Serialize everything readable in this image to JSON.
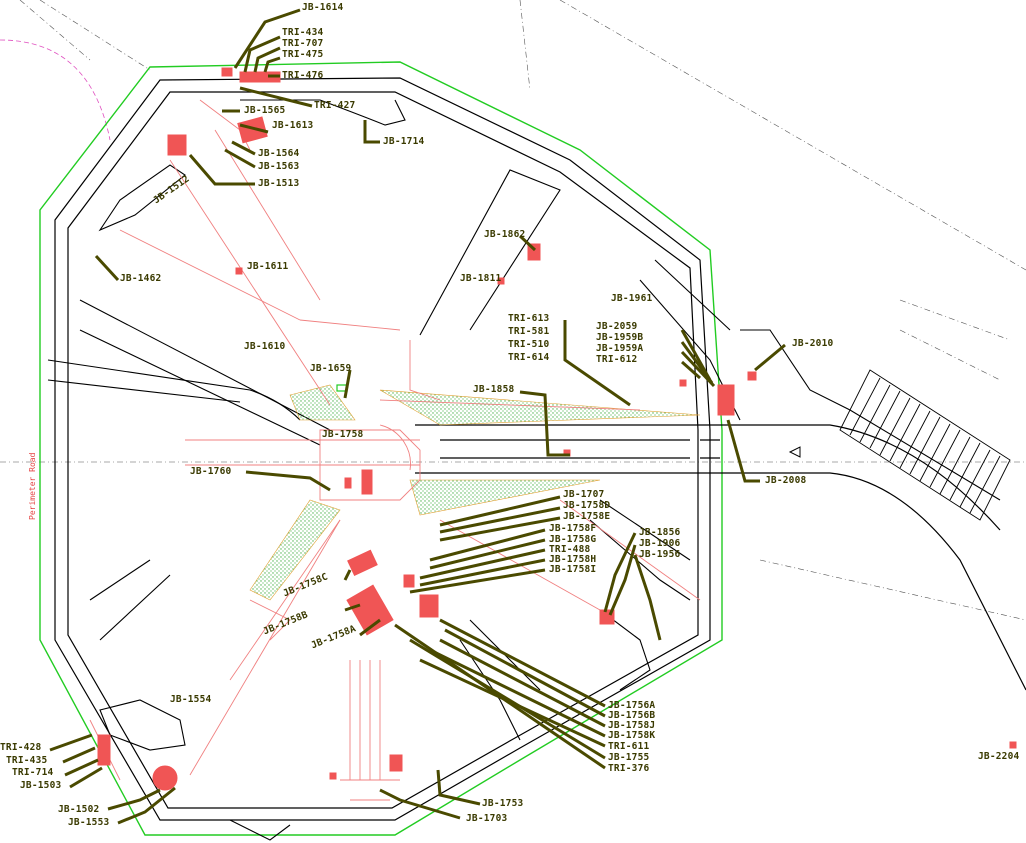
{
  "colors": {
    "background": "#ffffff",
    "road": "#000000",
    "boundary": "#22cc22",
    "plan": "#f08080",
    "building": "#f05555",
    "leader": "#4a4a00",
    "label": "#3a3a00",
    "vegetation": "#49b049"
  },
  "road_label": "Perimeter Road",
  "labels": {
    "jb1614": "JB-1614",
    "tri434": "TRI-434",
    "tri707": "TRI-707",
    "tri475": "TRI-475",
    "tri476": "TRI-476",
    "tri427": "TRI-427",
    "jb1714": "JB-1714",
    "jb1565": "JB-1565",
    "jb1613": "JB-1613",
    "jb1564": "JB-1564",
    "jb1563": "JB-1563",
    "jb1513": "JB-1513",
    "jb1512": "JB-1512",
    "jb1462": "JB-1462",
    "jb1611": "JB-1611",
    "jb1862": "JB-1862",
    "jb1811": "JB-1811",
    "jb1961": "JB-1961",
    "tri613": "TRI-613",
    "tri581": "TRI-581",
    "tri510": "TRI-510",
    "tri614": "TRI-614",
    "jb2059": "JB-2059",
    "jb1959b": "JB-1959B",
    "jb1959a": "JB-1959A",
    "tri612": "TRI-612",
    "jb2010": "JB-2010",
    "jb1610": "JB-1610",
    "jb1659": "JB-1659",
    "jb1858": "JB-1858",
    "jb1758": "JB-1758",
    "jb1760": "JB-1760",
    "jb2008": "JB-2008",
    "jb1707": "JB-1707",
    "jb1758d": "JB-1758D",
    "jb1758e": "JB-1758E",
    "jb1758f": "JB-1758F",
    "jb1758g": "JB-1758G",
    "tri488": "TRI-488",
    "jb1758h": "JB-1758H",
    "jb1758i": "JB-1758I",
    "jb1856": "JB-1856",
    "jb1906": "JB-1906",
    "jb1956": "JB-1956",
    "jb1758c": "JB-1758C",
    "jb1758b": "JB-1758B",
    "jb1758a": "JB-1758A",
    "jb1554": "JB-1554",
    "jb1756a": "JB-1756A",
    "jb1756b": "JB-1756B",
    "jb1758j": "JB-1758J",
    "jb1758k": "JB-1758K",
    "tri611": "TRI-611",
    "jb1755": "JB-1755",
    "tri376": "TRI-376",
    "tri428": "TRI-428",
    "tri435": "TRI-435",
    "tri714": "TRI-714",
    "jb1503": "JB-1503",
    "jb1502": "JB-1502",
    "jb1553": "JB-1553",
    "jb1753": "JB-1753",
    "jb1703": "JB-1703",
    "jb2204": "JB-2204"
  }
}
